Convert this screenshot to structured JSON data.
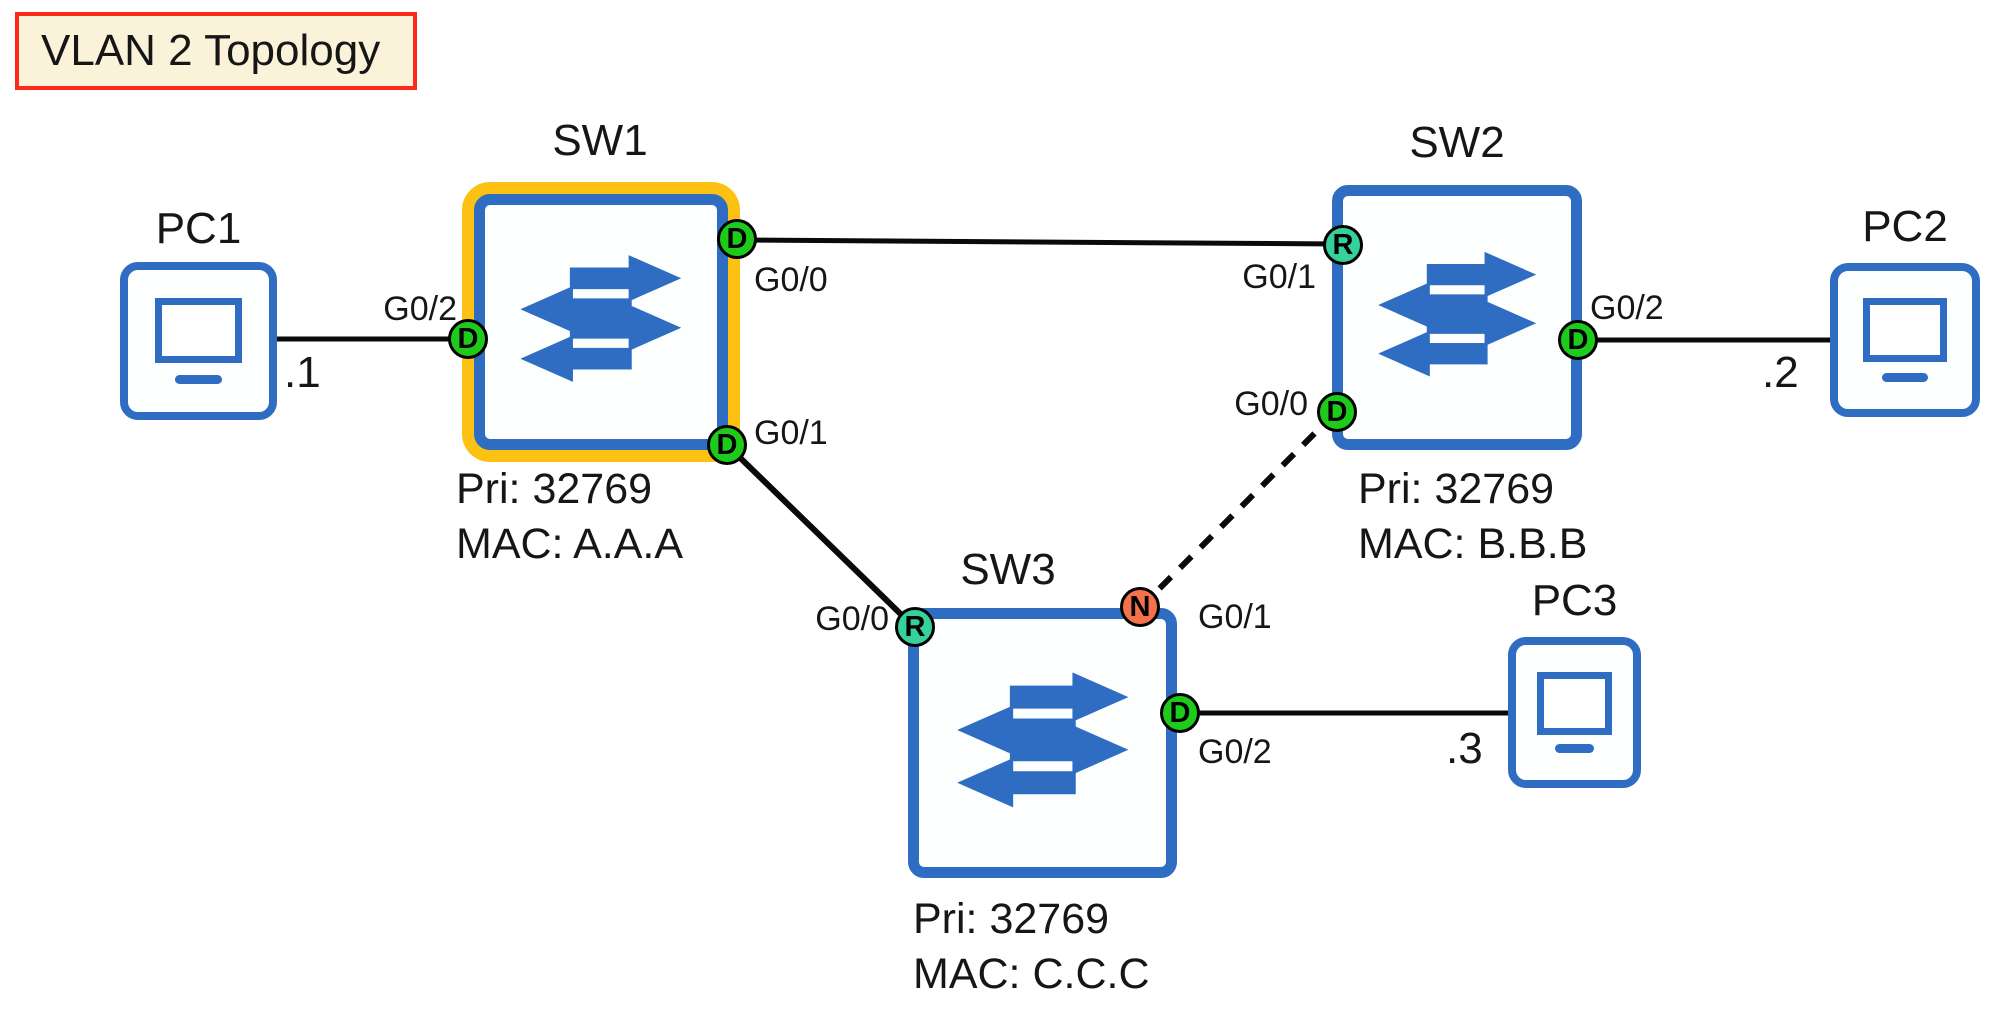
{
  "title": "VLAN 2 Topology",
  "colors": {
    "device_blue": "#2e6dc2",
    "root_bridge_highlight": "#fdc113",
    "designated_port_green": "#1ecb1b",
    "root_port_teal": "#36d19b",
    "blocked_port_orange": "#f3714b",
    "title_background": "#fbf3d9",
    "title_border_red": "#fd2a1a",
    "link_black": "#0a0a0a"
  },
  "switches": [
    {
      "label": "SW1",
      "priority": "Pri: 32769",
      "mac": "MAC: A.A.A",
      "ports": [
        {
          "name": "G0/2",
          "role": "D"
        },
        {
          "name": "G0/0",
          "role": "D"
        },
        {
          "name": "G0/1",
          "role": "D"
        }
      ]
    },
    {
      "label": "SW2",
      "priority": "Pri: 32769",
      "mac": "MAC: B.B.B",
      "ports": [
        {
          "name": "G0/1",
          "role": "R"
        },
        {
          "name": "G0/0",
          "role": "D"
        },
        {
          "name": "G0/2",
          "role": "D"
        }
      ]
    },
    {
      "label": "SW3",
      "priority": "Pri: 32769",
      "mac": "MAC: C.C.C",
      "ports": [
        {
          "name": "G0/0",
          "role": "R"
        },
        {
          "name": "G0/1",
          "role": "N"
        },
        {
          "name": "G0/2",
          "role": "D"
        }
      ]
    }
  ],
  "pcs": [
    {
      "label": "PC1",
      "ip": ".1"
    },
    {
      "label": "PC2",
      "ip": ".2"
    },
    {
      "label": "PC3",
      "ip": ".3"
    }
  ]
}
